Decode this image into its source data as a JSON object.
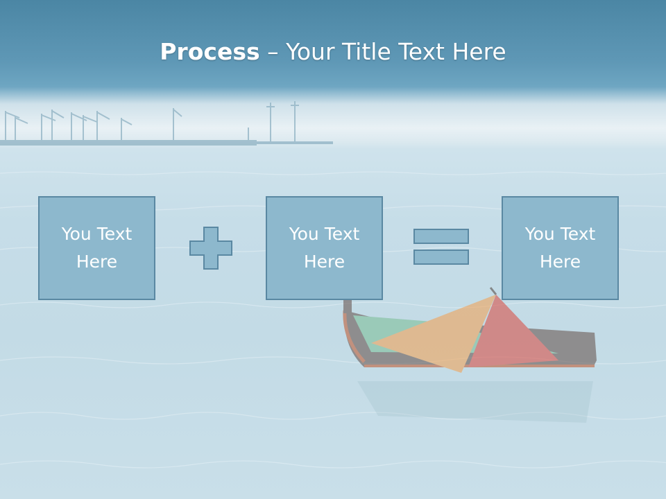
{
  "slide": {
    "title_bold": "Process",
    "title_rest": " – Your Title Text Here",
    "boxes": [
      {
        "line1": "You Text",
        "line2": "Here"
      },
      {
        "line1": "You Text",
        "line2": "Here"
      },
      {
        "line1": "You Text",
        "line2": "Here"
      }
    ],
    "operators": [
      "plus-icon",
      "equals-icon"
    ]
  },
  "colors": {
    "header": "#4b86a4",
    "box_fill": "#8db8cd",
    "box_border": "#5a88a2",
    "text": "#ffffff"
  }
}
